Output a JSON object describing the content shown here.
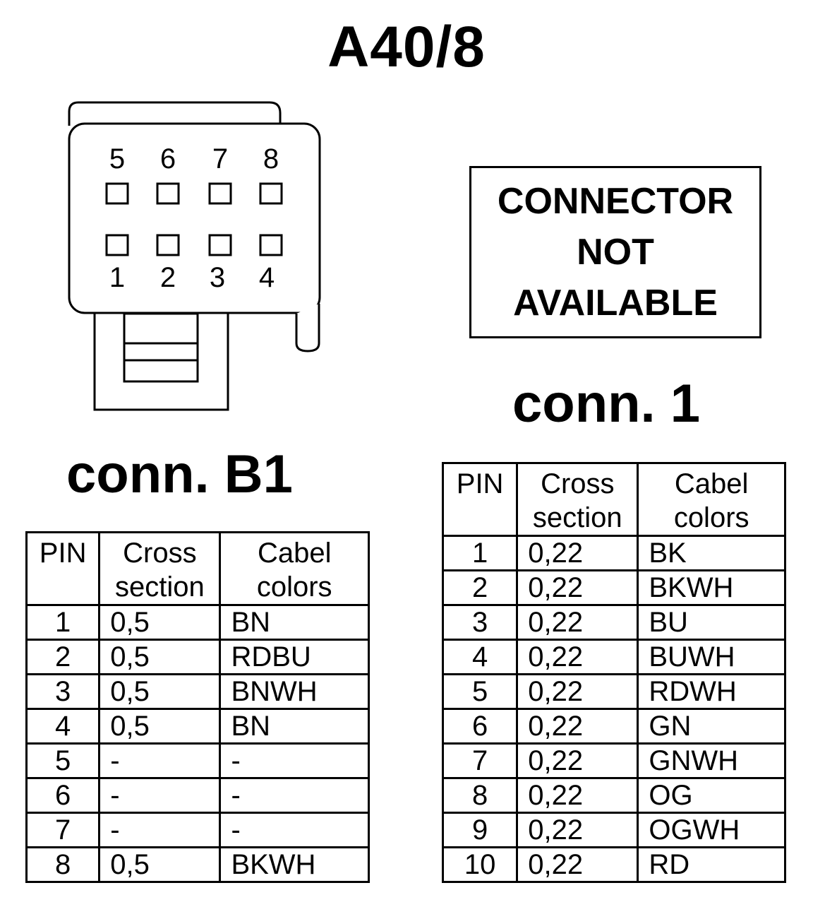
{
  "title": "A40/8",
  "connector_not_available": [
    "CONNECTOR",
    "NOT",
    "AVAILABLE"
  ],
  "connector_drawing": {
    "top_pins": [
      "5",
      "6",
      "7",
      "8"
    ],
    "bottom_pins": [
      "1",
      "2",
      "3",
      "4"
    ]
  },
  "conn_b1": {
    "label": "conn. B1",
    "headers": [
      "PIN",
      "Cross section",
      "Cabel colors"
    ],
    "rows": [
      {
        "pin": "1",
        "cross": "0,5",
        "color": "BN"
      },
      {
        "pin": "2",
        "cross": "0,5",
        "color": "RDBU"
      },
      {
        "pin": "3",
        "cross": "0,5",
        "color": "BNWH"
      },
      {
        "pin": "4",
        "cross": "0,5",
        "color": "BN"
      },
      {
        "pin": "5",
        "cross": "-",
        "color": "-"
      },
      {
        "pin": "6",
        "cross": "-",
        "color": "-"
      },
      {
        "pin": "7",
        "cross": "-",
        "color": "-"
      },
      {
        "pin": "8",
        "cross": "0,5",
        "color": "BKWH"
      }
    ]
  },
  "conn_1": {
    "label": "conn. 1",
    "headers": [
      "PIN",
      "Cross section",
      "Cabel colors"
    ],
    "rows": [
      {
        "pin": "1",
        "cross": "0,22",
        "color": "BK"
      },
      {
        "pin": "2",
        "cross": "0,22",
        "color": "BKWH"
      },
      {
        "pin": "3",
        "cross": "0,22",
        "color": "BU"
      },
      {
        "pin": "4",
        "cross": "0,22",
        "color": "BUWH"
      },
      {
        "pin": "5",
        "cross": "0,22",
        "color": "RDWH"
      },
      {
        "pin": "6",
        "cross": "0,22",
        "color": "GN"
      },
      {
        "pin": "7",
        "cross": "0,22",
        "color": "GNWH"
      },
      {
        "pin": "8",
        "cross": "0,22",
        "color": "OG"
      },
      {
        "pin": "9",
        "cross": "0,22",
        "color": "OGWH"
      },
      {
        "pin": "10",
        "cross": "0,22",
        "color": "RD"
      }
    ]
  }
}
